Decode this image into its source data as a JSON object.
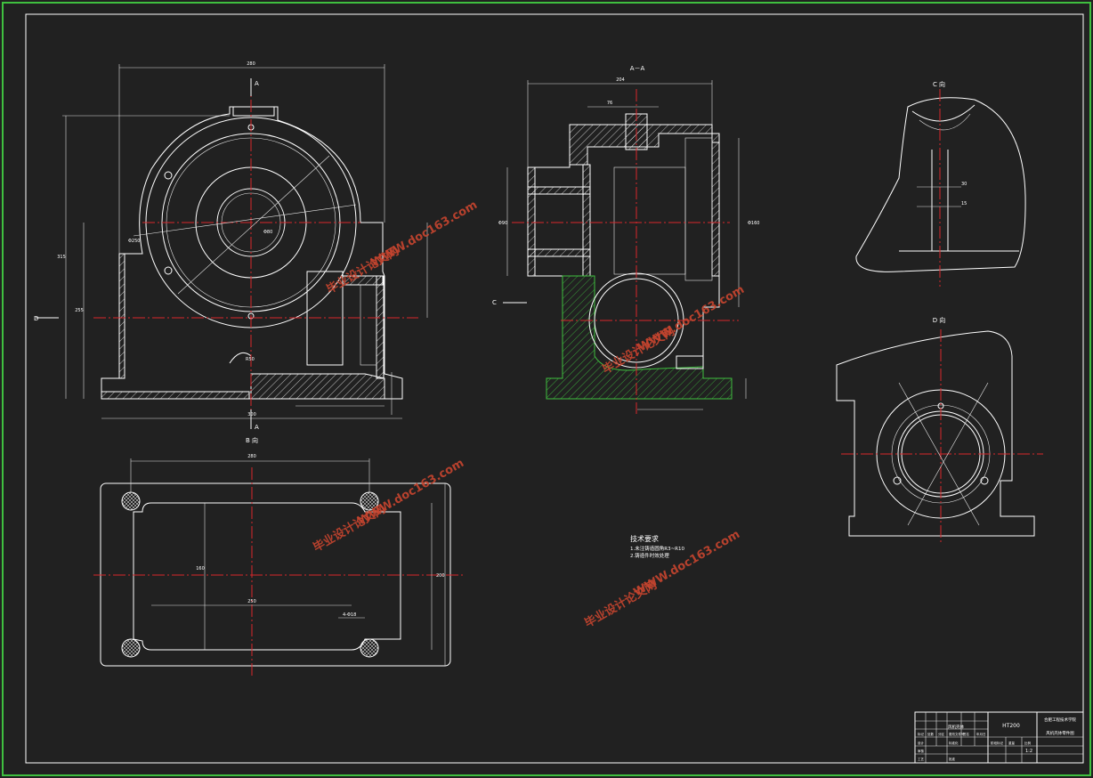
{
  "drawing": {
    "section_label": "A－A",
    "view_c_label": "C 向",
    "view_d_label": "D 向",
    "view_b_label": "B 向",
    "arrow_a_top": "A",
    "arrow_a_bottom": "A",
    "arrow_c": "C",
    "arrow_d": "D",
    "tech_req_title": "技术要求",
    "tech_req_line1": "1.未注铸造圆角R3~R10",
    "tech_req_line2": "2.铸造件时效处理",
    "dims": {
      "front_width": "280",
      "front_height": "315",
      "front_height2": "255",
      "front_base": "300",
      "front_r": "R50",
      "bore": "Φ80",
      "outer": "Φ250",
      "section_width": "204",
      "section_top": "76",
      "section_h": "Φ90",
      "section_rt": "Φ160",
      "plan_width": "280",
      "plan_inner": "250",
      "plan_h1": "160",
      "plan_h2": "200",
      "plan_hole": "4-Φ18",
      "depth_c1": "30",
      "depth_c2": "15"
    }
  },
  "title_block": {
    "material": "HT200",
    "school": "合肥工程技术学院",
    "drawing_name": "风机壳体零件图",
    "part_name": "风机壳体",
    "scale": "1:2",
    "labels": [
      "标记",
      "处数",
      "分区",
      "更改文件号",
      "签名",
      "年月日",
      "设计",
      "审核",
      "工艺",
      "批准",
      "标准化",
      "阶段标记",
      "重量",
      "比例"
    ]
  },
  "watermarks": {
    "cn": "毕业设计论文网",
    "url": "WWW.doc163.com"
  },
  "colors": {
    "background": "#212121",
    "frame_outer": "#3fbf3f",
    "line": "#ffffff",
    "center_line": "#d9262b",
    "green_hatch": "#3fbf3f",
    "watermark": "#c8452f"
  }
}
